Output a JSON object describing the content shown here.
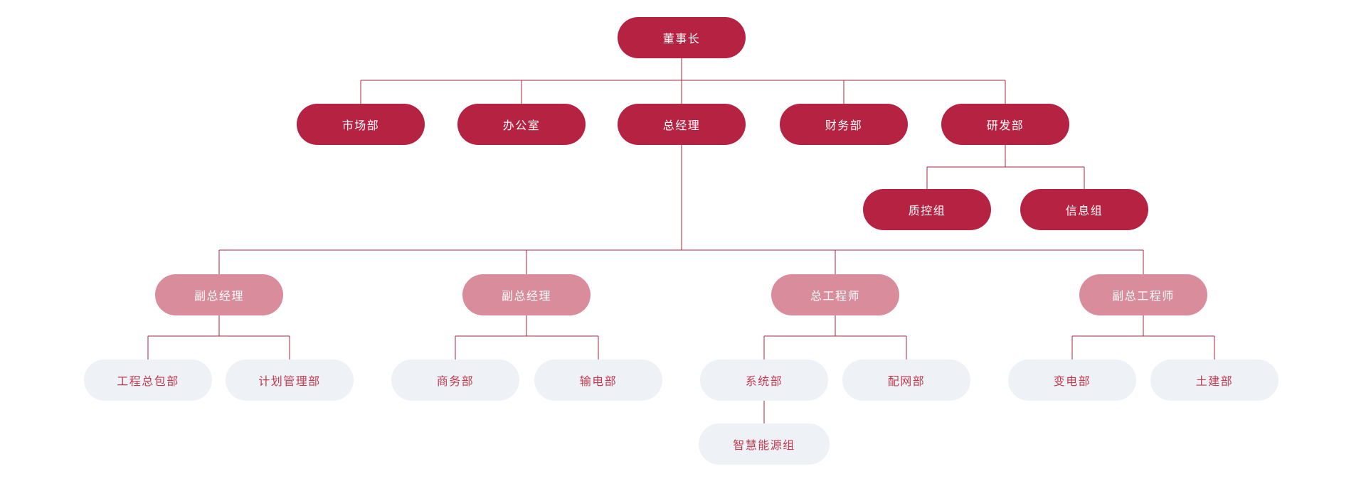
{
  "chart": {
    "type": "org-chart",
    "colors": {
      "primary_pill": "#b62342",
      "secondary_pill": "#d98c9c",
      "tertiary_pill": "#eef2f6",
      "tertiary_text": "#c23a50",
      "connector_line": "#a72540",
      "background": "#ffffff"
    }
  },
  "nodes": [
    {
      "id": "chairman",
      "label": "董事长",
      "level": "primary",
      "parent": null
    },
    {
      "id": "marketing-dept",
      "label": "市场部",
      "level": "primary",
      "parent": "chairman"
    },
    {
      "id": "office",
      "label": "办公室",
      "level": "primary",
      "parent": "chairman"
    },
    {
      "id": "general-manager",
      "label": "总经理",
      "level": "primary",
      "parent": "chairman"
    },
    {
      "id": "finance-dept",
      "label": "财务部",
      "level": "primary",
      "parent": "chairman"
    },
    {
      "id": "rnd-dept",
      "label": "研发部",
      "level": "primary",
      "parent": "chairman"
    },
    {
      "id": "quality-control-group",
      "label": "质控组",
      "level": "primary",
      "parent": "rnd-dept"
    },
    {
      "id": "information-group",
      "label": "信息组",
      "level": "primary",
      "parent": "rnd-dept"
    },
    {
      "id": "deputy-gm-1",
      "label": "副总经理",
      "level": "secondary",
      "parent": "general-manager"
    },
    {
      "id": "deputy-gm-2",
      "label": "副总经理",
      "level": "secondary",
      "parent": "general-manager"
    },
    {
      "id": "chief-engineer",
      "label": "总工程师",
      "level": "secondary",
      "parent": "general-manager"
    },
    {
      "id": "deputy-chief-engineer",
      "label": "副总工程师",
      "level": "secondary",
      "parent": "general-manager"
    },
    {
      "id": "epc-dept",
      "label": "工程总包部",
      "level": "tertiary",
      "parent": "deputy-gm-1"
    },
    {
      "id": "planning-dept",
      "label": "计划管理部",
      "level": "tertiary",
      "parent": "deputy-gm-1"
    },
    {
      "id": "business-dept",
      "label": "商务部",
      "level": "tertiary",
      "parent": "deputy-gm-2"
    },
    {
      "id": "transmission-dept",
      "label": "输电部",
      "level": "tertiary",
      "parent": "deputy-gm-2"
    },
    {
      "id": "system-dept",
      "label": "系统部",
      "level": "tertiary",
      "parent": "chief-engineer"
    },
    {
      "id": "distribution-dept",
      "label": "配网部",
      "level": "tertiary",
      "parent": "chief-engineer"
    },
    {
      "id": "substation-dept",
      "label": "变电部",
      "level": "tertiary",
      "parent": "deputy-chief-engineer"
    },
    {
      "id": "civil-dept",
      "label": "土建部",
      "level": "tertiary",
      "parent": "deputy-chief-engineer"
    },
    {
      "id": "smart-energy-group",
      "label": "智慧能源组",
      "level": "tertiary",
      "parent": "system-dept"
    }
  ]
}
